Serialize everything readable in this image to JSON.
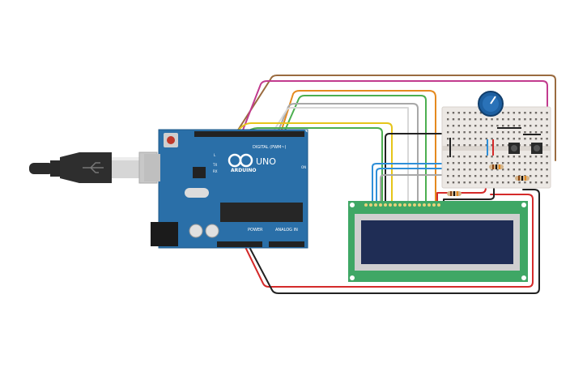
{
  "arduino": {
    "brand": "ARDUINO",
    "model": "UNO",
    "digital_header_label": "DIGITAL (PWM~)",
    "power_label": "POWER",
    "analog_label": "ANALOG IN",
    "on_label": "ON",
    "tx_label": "TX",
    "rx_label": "RX",
    "l_label": "L"
  },
  "colors": {
    "board": "#2a6fa8",
    "breadboard": "#ece8e4",
    "lcd_pcb": "#3fa765",
    "lcd_screen": "#1f2d55",
    "pot_knob": "#1d5fa0",
    "usb_plug": "#2b2b2b",
    "wire_red": "#d42a2a",
    "wire_black": "#222222",
    "wire_brown": "#9a6b3f",
    "wire_magenta": "#c23b8e",
    "wire_orange": "#e58a1f",
    "wire_green": "#4caf50",
    "wire_yellow": "#e6c51a",
    "wire_blue": "#2f8fd8",
    "wire_gray": "#a8a8a8"
  },
  "components": {
    "usb_cable": "usb-cable",
    "lcd": "lcd-16x2",
    "breadboard": "mini-breadboard",
    "potentiometer": "potentiometer",
    "pushbuttons": 2,
    "resistors": 3
  }
}
